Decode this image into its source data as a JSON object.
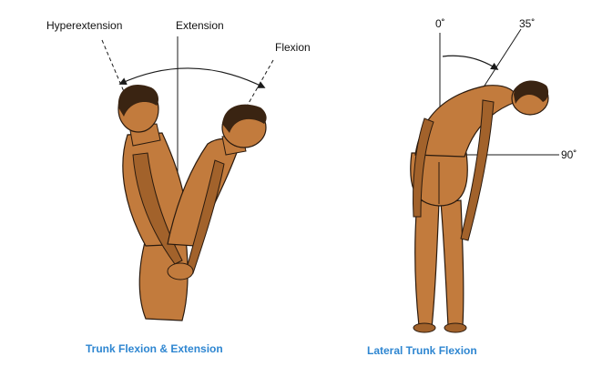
{
  "colors": {
    "skin": "#c27b3d",
    "skin_shadow": "#a2622b",
    "hair": "#3a2412",
    "outline": "#2a1a0e",
    "line": "#1a1a1a",
    "caption": "#2e86d1"
  },
  "panels": [
    {
      "name": "trunk-flexion-extension",
      "labels": {
        "hyperextension": "Hyperextension",
        "extension": "Extension",
        "flexion": "Flexion"
      },
      "caption": "Trunk Flexion & Extension"
    },
    {
      "name": "lateral-trunk-flexion",
      "labels": {
        "zero": "0˚",
        "thirty_five": "35˚",
        "ninety": "90˚"
      },
      "caption": "Lateral Trunk Flexion"
    }
  ],
  "icons": {
    "arc_arrow": "arc-arrow-icon"
  }
}
